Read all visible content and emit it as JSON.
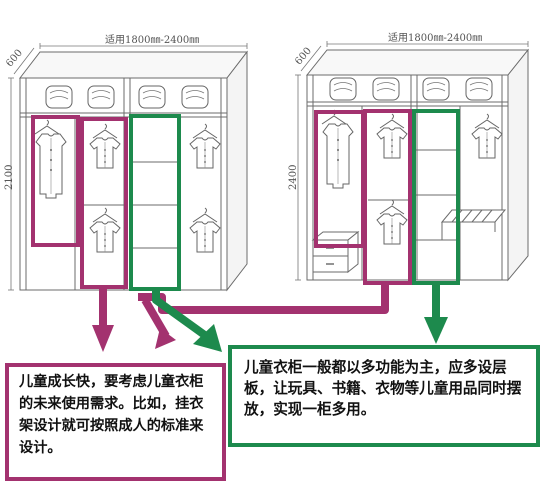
{
  "diagram": {
    "left_wardrobe": {
      "width_label": "适用1800㎜-2400㎜",
      "depth_label": "600",
      "height_label": "2100"
    },
    "right_wardrobe": {
      "width_label": "适用1800㎜-2400㎜",
      "depth_label": "600",
      "height_label": "2400"
    },
    "colors": {
      "purple": "#a3326f",
      "green": "#1d8a4d",
      "line": "#6b6b6b"
    }
  },
  "callouts": {
    "left": "儿童成长快，要考虑儿童衣柜的未来使用需求。比如，挂衣架设计就可按照成人的标准来设计。",
    "right": "儿童衣柜一般都以多功能为主，应多设层板，让玩具、书籍、衣物等儿童用品同时摆放，实现一柜多用。"
  }
}
